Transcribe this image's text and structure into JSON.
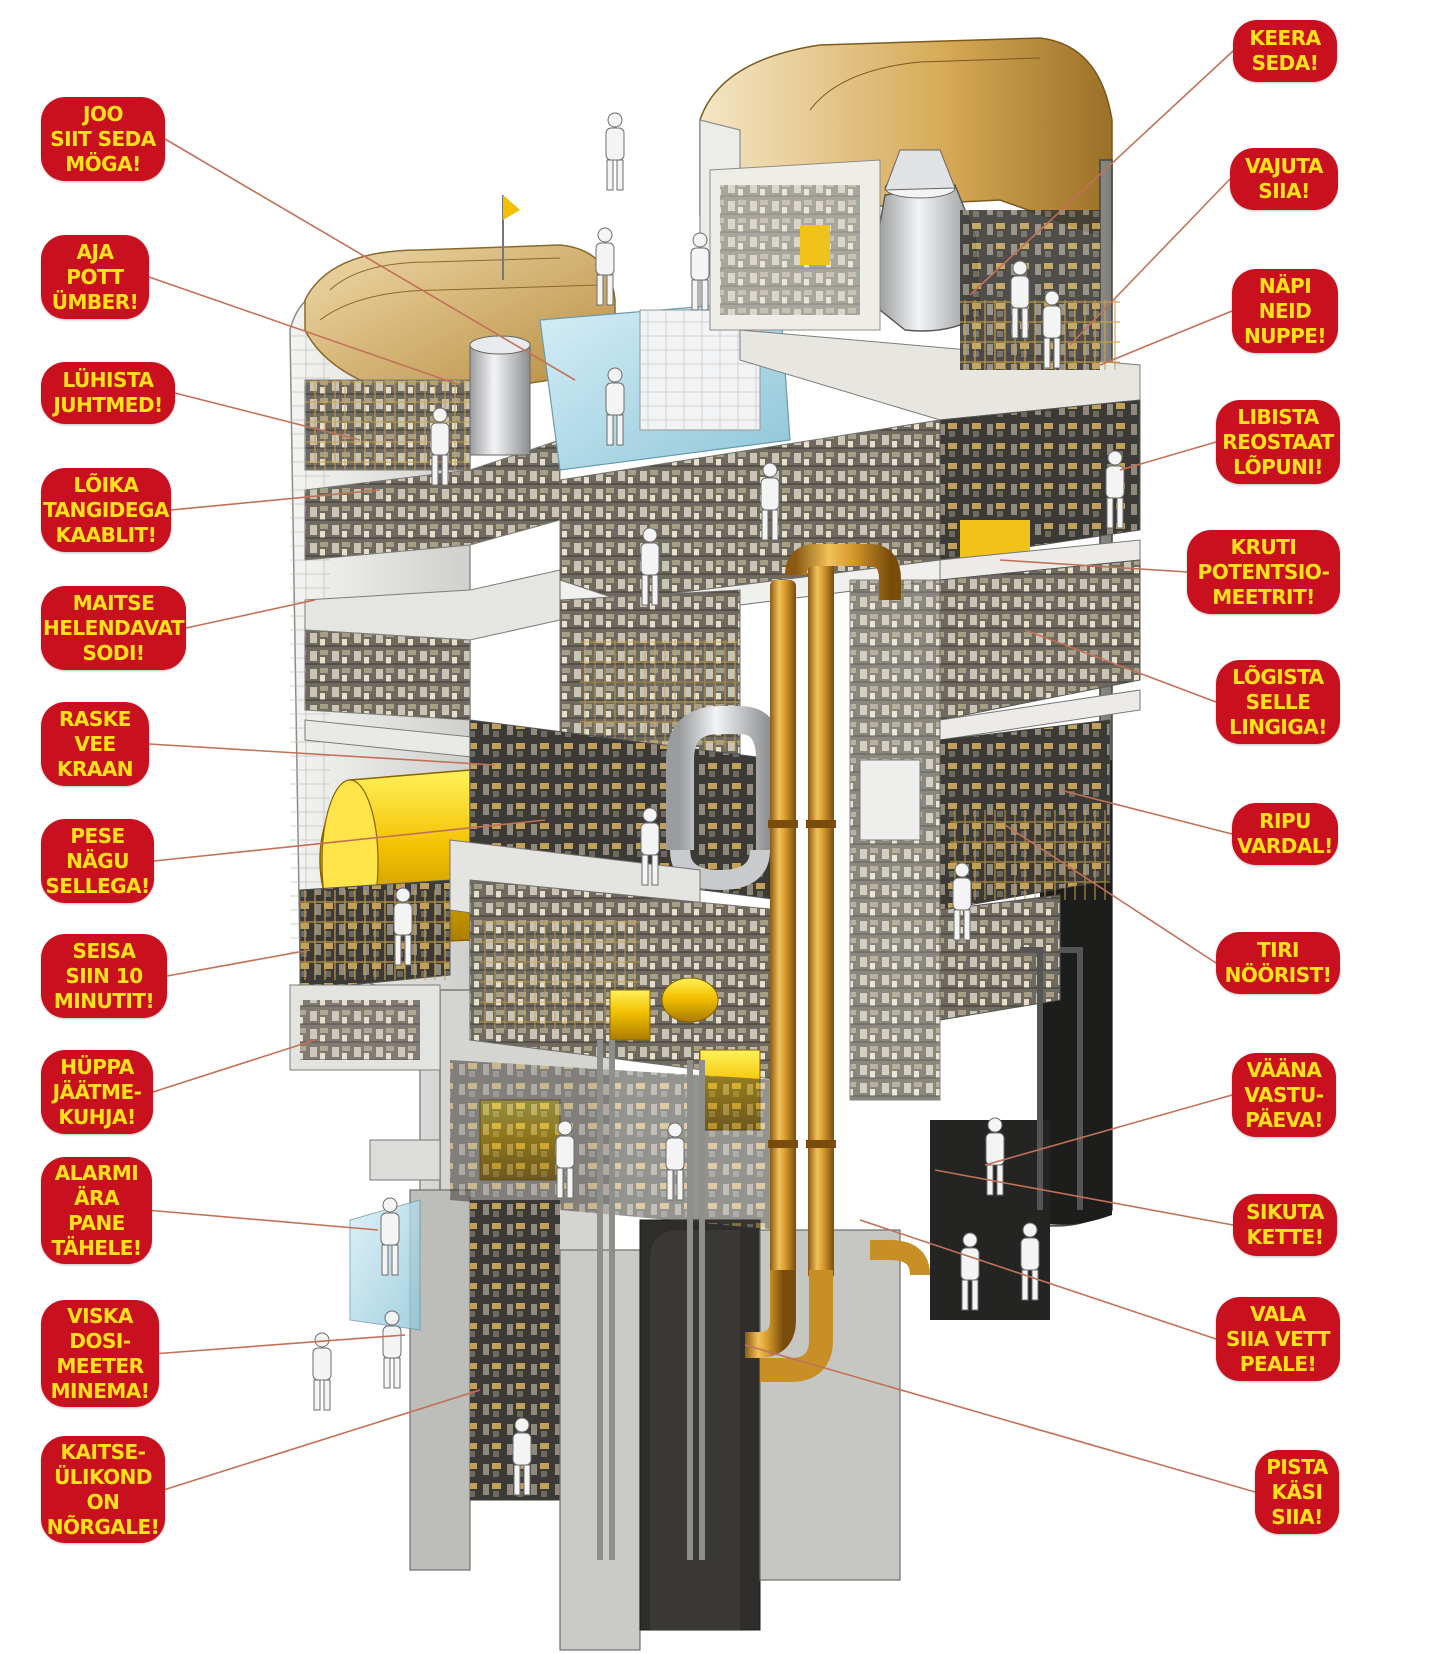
{
  "colors": {
    "callout_bg": "#c8101e",
    "callout_text": "#ffe11a",
    "leader_line": "#c27158",
    "pipe_gold": "#d49a2c",
    "tank_yellow": "#f3c000",
    "structure_light": "#e4e4e2",
    "structure_dark": "#2a2a2a",
    "roof_tan": "#d9b06a"
  },
  "left_callouts": [
    {
      "id": "joo-siit-seda-moga",
      "text": "JOO\nSIIT SEDA\nMÖGA!"
    },
    {
      "id": "aja-pott-umber",
      "text": "AJA\nPOTT\nÜMBER!"
    },
    {
      "id": "luhista-juhtmed",
      "text": "LÜHISTA\nJUHTMED!"
    },
    {
      "id": "loika-tangidega-kaablit",
      "text": "LÕIKA\nTANGIDEGA\nKAABLIT!"
    },
    {
      "id": "maitse-helendavat-sodi",
      "text": "MAITSE\nHELENDAVAT\nSODI!"
    },
    {
      "id": "raske-vee-kraan",
      "text": "RASKE\nVEE\nKRAAN"
    },
    {
      "id": "pese-nagu-sellega",
      "text": "PESE\nNÄGU\nSELLEGA!"
    },
    {
      "id": "seisa-siin-10-minutit",
      "text": "SEISA\nSIIN 10\nMINUTIT!"
    },
    {
      "id": "huppa-jaatmekuhja",
      "text": "HÜPPA\nJÄÄTME-\nKUHJA!"
    },
    {
      "id": "alarmi-ara-pane-tahele",
      "text": "ALARMI\nÄRA\nPANE\nTÄHELE!"
    },
    {
      "id": "viska-dosimeeter-minema",
      "text": "VISKA\nDOSI-\nMEETER\nMINEMA!"
    },
    {
      "id": "kaitseulikond-on-norgale",
      "text": "KAITSE-\nÜLIKOND\nON\nNÕRGALE!"
    }
  ],
  "right_callouts": [
    {
      "id": "keera-seda",
      "text": "KEERA\nSEDA!"
    },
    {
      "id": "vajuta-siia",
      "text": "VAJUTA\nSIIA!"
    },
    {
      "id": "napi-neid-nuppe",
      "text": "NÄPI\nNEID\nNUPPE!"
    },
    {
      "id": "libista-reostaat-lopuni",
      "text": "LIBISTA\nREOSTAAT\nLÕPUNI!"
    },
    {
      "id": "kruti-potentsiomeetrit",
      "text": "KRUTI\nPOTENTSIO-\nMEETRIT!"
    },
    {
      "id": "logista-selle-lingiga",
      "text": "LÕGISTA\nSELLE\nLINGIGA!"
    },
    {
      "id": "ripu-vardal",
      "text": "RIPU\nVARDAL!"
    },
    {
      "id": "tiri-nooorist",
      "text": "TIRI\nNÖÖRIST!"
    },
    {
      "id": "vaana-vastupaeva",
      "text": "VÄÄNA\nVASTU-\nPÄEVA!"
    },
    {
      "id": "sikuta-kette",
      "text": "SIKUTA\nKETTE!"
    },
    {
      "id": "vala-siia-vett-peale",
      "text": "VALA\nSIIA VETT\nPEALE!"
    },
    {
      "id": "pista-kasi-siia",
      "text": "PISTA\nKÄSI\nSIIA!"
    }
  ]
}
